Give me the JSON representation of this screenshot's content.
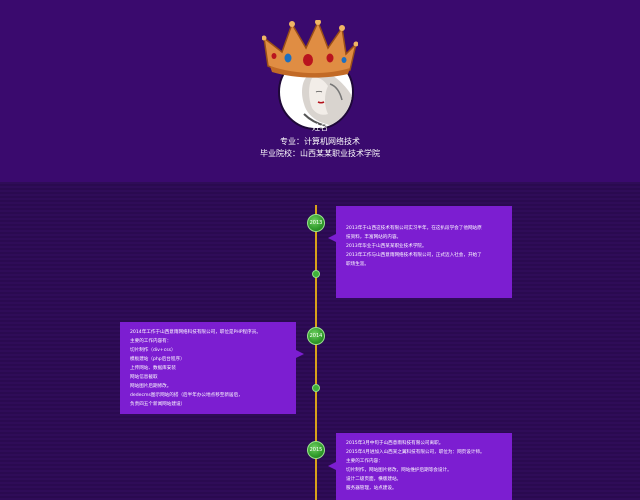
{
  "profile": {
    "name": "姓名",
    "major": "专业：计算机网络技术",
    "school": "毕业院校：山西某某职业技术学院"
  },
  "timeline": [
    {
      "year": "2013",
      "lines": [
        "2013年于山西这技术有限公司实习半年，在这扒段学会了他网站原",
        "技资料，丰富网站的内容。",
        "2013年毕业于山西某某职业技术学院。",
        "2013年工作与山西意雨网络技术有限公司，正式迈入社会，开始了",
        "职场生涯。"
      ]
    },
    {
      "year": "2014",
      "lines": [
        "2014年工作于山西意雨网络科技有限公司，职位是PHP程序员。",
        "主要的工作内容有：",
        "切片制作（div+css）",
        "模板建站（php后台程序）",
        "上传网站、数据库安装",
        "网站信息截取",
        "网站图片后期修改。",
        "dedecms图示网站的搭（后半年办公地点移至新居后，",
        "负责四五个新闻网站建设）"
      ]
    },
    {
      "year": "2015",
      "lines": [
        "2015年3月中旬于山西意雨科技有限公司离职。",
        "2015年4月进加入山西某之翼科技有限公司，职位为：网页设计师。",
        "主要的工作内容：",
        "切片制作，网站图片修改，网站维护后期等会设计。",
        "设计二级页面，横版建站。",
        "服务器管理，站点建设。"
      ]
    }
  ]
}
